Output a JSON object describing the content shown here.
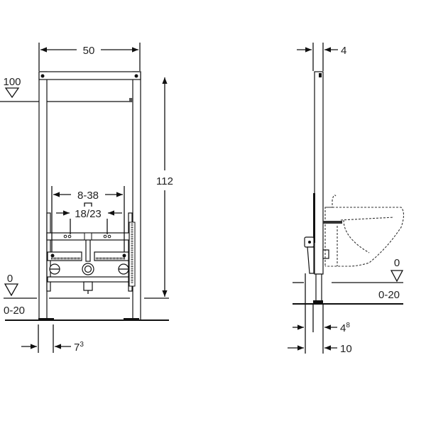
{
  "front_view": {
    "width_label": "50",
    "height_label": "112",
    "ref_level_label": "100",
    "connection_spacing_label": "8-38",
    "inlet_spacing_label": "18/23",
    "floor_level_label": "0",
    "floor_range_label": "0-20",
    "foot_offset_label": "7",
    "foot_offset_sup": "3"
  },
  "side_view": {
    "depth_label": "4",
    "floor_level_label": "0",
    "floor_range_label": "0-20",
    "offset_a_label": "4",
    "offset_a_sup": "8",
    "offset_b_label": "10"
  }
}
